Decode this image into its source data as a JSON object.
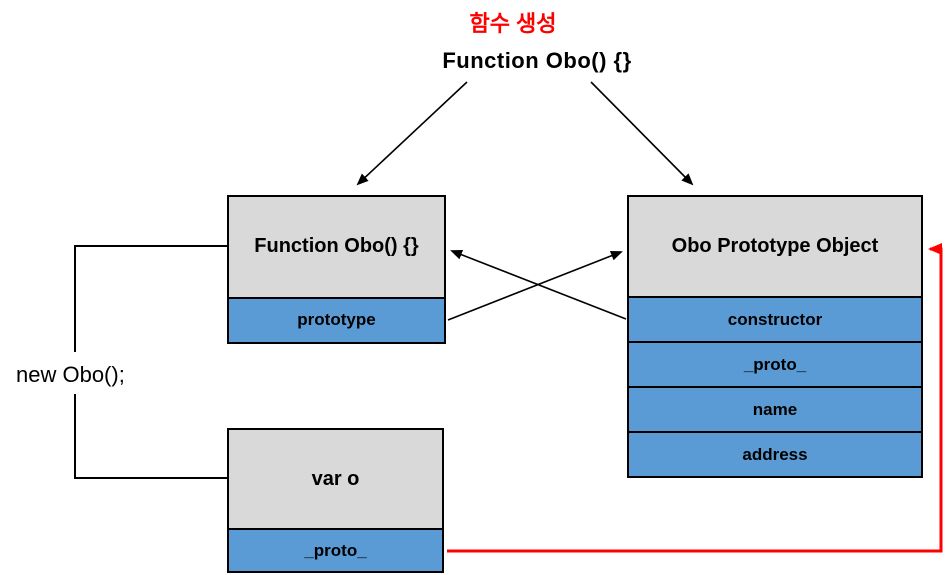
{
  "title": {
    "korean": "함수 생성",
    "function_declaration": "Function Obo() {}"
  },
  "labels": {
    "new_obo": "new Obo();"
  },
  "boxes": {
    "function_obo": {
      "title": "Function Obo() {}",
      "rows": [
        "prototype"
      ]
    },
    "prototype_object": {
      "title": "Obo Prototype Object",
      "rows": [
        "constructor",
        "_proto_",
        "name",
        "address"
      ]
    },
    "var_o": {
      "title": "var o",
      "rows": [
        "_proto_"
      ]
    }
  },
  "colors": {
    "box_header_fill": "#d9d9d9",
    "box_row_fill": "#5b9bd5",
    "border": "#000000",
    "highlight_red": "#ff0000"
  },
  "icons": {
    "black_arrowhead": "black-arrowhead-icon",
    "red_arrowhead": "red-arrowhead-icon"
  }
}
